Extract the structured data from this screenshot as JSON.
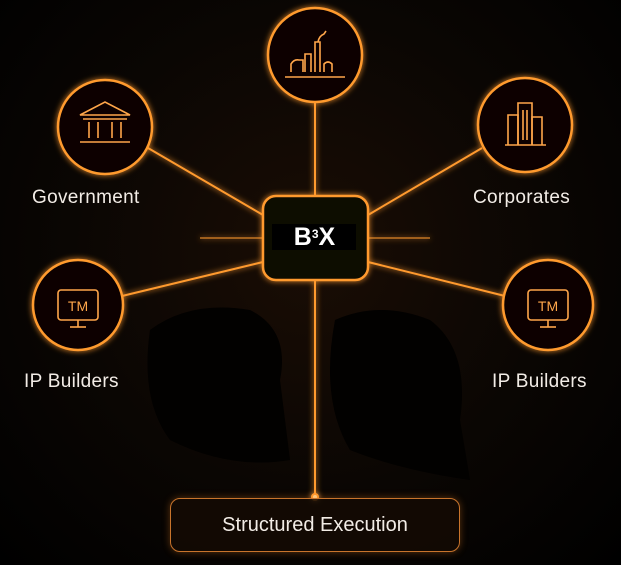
{
  "center": {
    "logo_text": "B3X",
    "logo_main": "B",
    "logo_sup": "3",
    "logo_end": "X"
  },
  "nodes": [
    {
      "label": "",
      "icon": "growth-chart-icon"
    },
    {
      "label": "Government",
      "icon": "government-building-icon"
    },
    {
      "label": "Corporates",
      "icon": "corporate-buildings-icon"
    },
    {
      "label": "IP Builders",
      "icon": "trademark-monitor-icon"
    },
    {
      "label": "IP Builders",
      "icon": "trademark-monitor-icon"
    }
  ],
  "footer": {
    "label": "Structured Execution"
  },
  "colors": {
    "accent": "#ff9a2e",
    "background": "#000000"
  }
}
